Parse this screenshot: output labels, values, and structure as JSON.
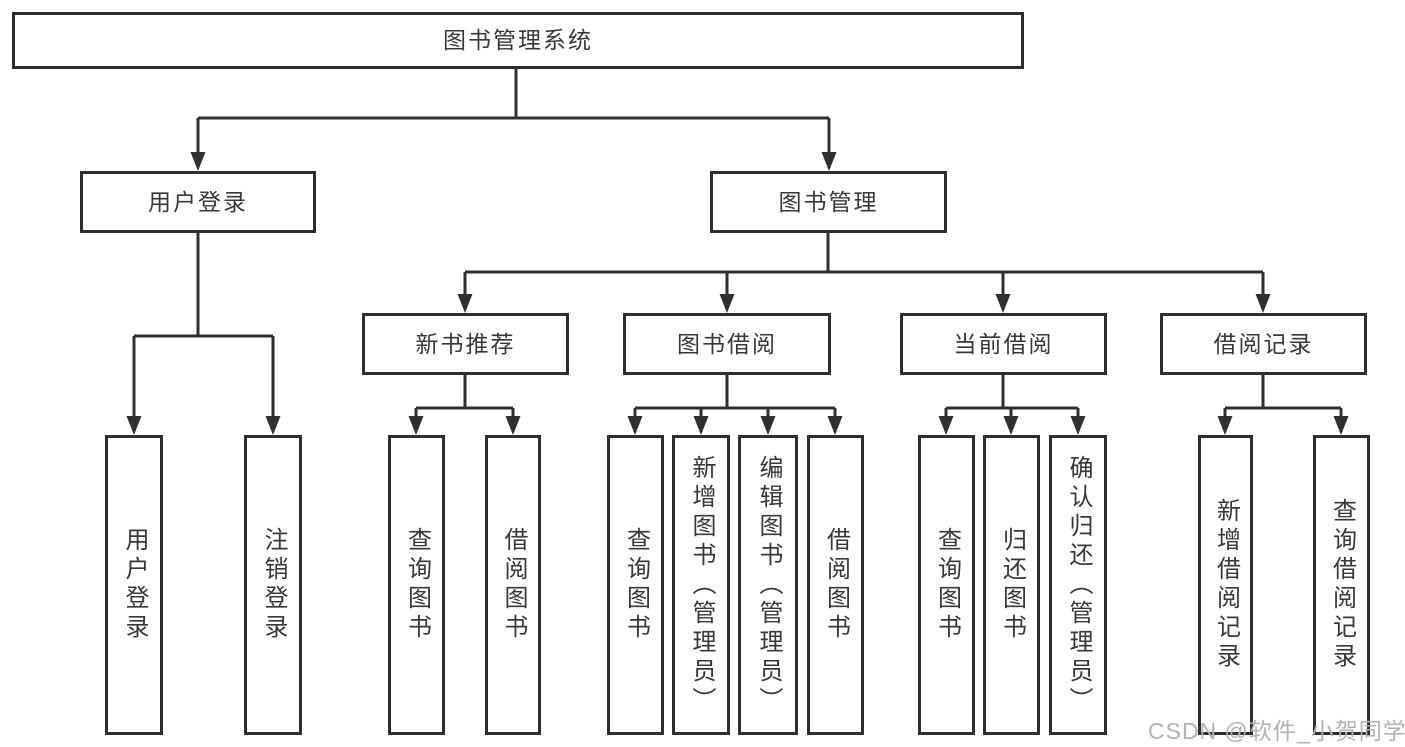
{
  "diagram": {
    "root": {
      "label": "图书管理系统"
    },
    "level2": [
      {
        "label": "用户登录"
      },
      {
        "label": "图书管理"
      }
    ],
    "level3": [
      {
        "parent": "图书管理",
        "label": "新书推荐"
      },
      {
        "parent": "图书管理",
        "label": "图书借阅"
      },
      {
        "parent": "图书管理",
        "label": "当前借阅"
      },
      {
        "parent": "图书管理",
        "label": "借阅记录"
      }
    ],
    "leaves": [
      {
        "parent": "用户登录",
        "label": "用户登录"
      },
      {
        "parent": "用户登录",
        "label": "注销登录"
      },
      {
        "parent": "新书推荐",
        "label": "查询图书"
      },
      {
        "parent": "新书推荐",
        "label": "借阅图书"
      },
      {
        "parent": "图书借阅",
        "label": "查询图书"
      },
      {
        "parent": "图书借阅",
        "label": "新增图书（管理员）"
      },
      {
        "parent": "图书借阅",
        "label": "编辑图书（管理员）"
      },
      {
        "parent": "图书借阅",
        "label": "借阅图书"
      },
      {
        "parent": "当前借阅",
        "label": "查询图书"
      },
      {
        "parent": "当前借阅",
        "label": "归还图书"
      },
      {
        "parent": "当前借阅",
        "label": "确认归还（管理员）"
      },
      {
        "parent": "借阅记录",
        "label": "新增借阅记录"
      },
      {
        "parent": "借阅记录",
        "label": "查询借阅记录"
      }
    ]
  },
  "watermark": "CSDN @软件_小贺同学",
  "colors": {
    "line": "#303030",
    "border": "#2e2e2e",
    "text": "#383838",
    "box_fill": "#ffffff",
    "watermark": "#b3b3b3",
    "background": "#ffffff"
  }
}
